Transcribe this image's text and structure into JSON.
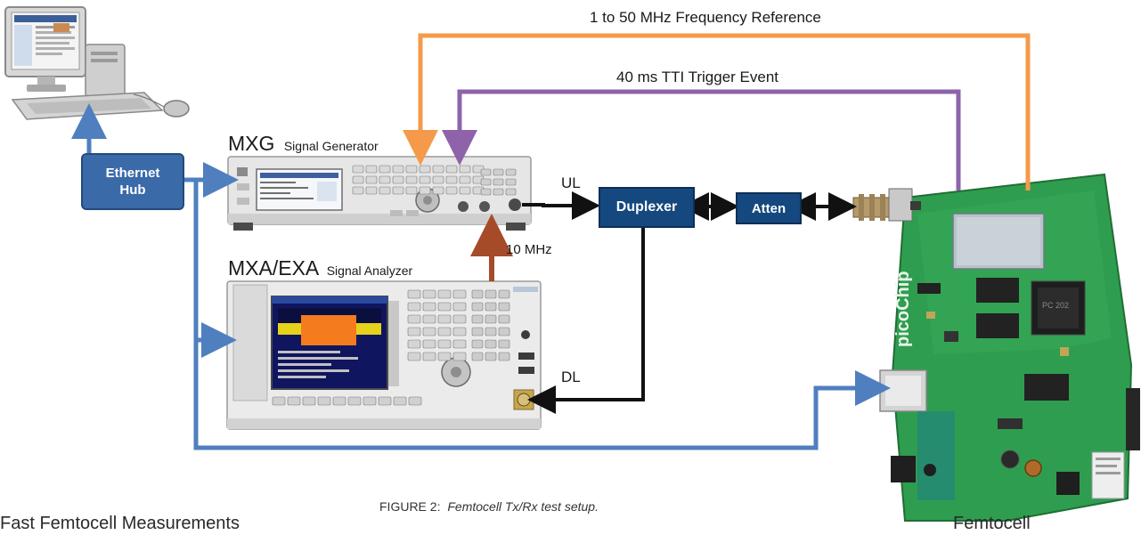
{
  "labels": {
    "freq_ref": "1 to 50 MHz Frequency  Reference",
    "trigger": "40 ms TTI Trigger Event",
    "mxg": "MXG",
    "mxg_sub": "Signal Generator",
    "mxa": "MXA/EXA",
    "mxa_sub": "Signal Analyzer",
    "ul": "UL",
    "dl": "DL",
    "ten_mhz": "10 MHz",
    "femtocell": "Femtocell",
    "footer": "Fast Femtocell Measurements",
    "caption_prefix": "FIGURE 2:",
    "caption_text": "Femtocell Tx/Rx test setup."
  },
  "boxes": {
    "hub_line1": "Ethernet",
    "hub_line2": "Hub",
    "duplexer": "Duplexer",
    "atten": "Atten"
  },
  "board": {
    "brand": "picoChip",
    "chip_text": "PC 202"
  },
  "colors": {
    "freq_ref_line": "#f59a4a",
    "trigger_line": "#8e63a9",
    "ethernet_line": "#4f7fbf",
    "clock_line": "#a64b2a",
    "rf_line": "#111111",
    "box_fill": "#15487e",
    "hub_fill": "#3a6aa8",
    "board_green": "#2f9d4f"
  }
}
